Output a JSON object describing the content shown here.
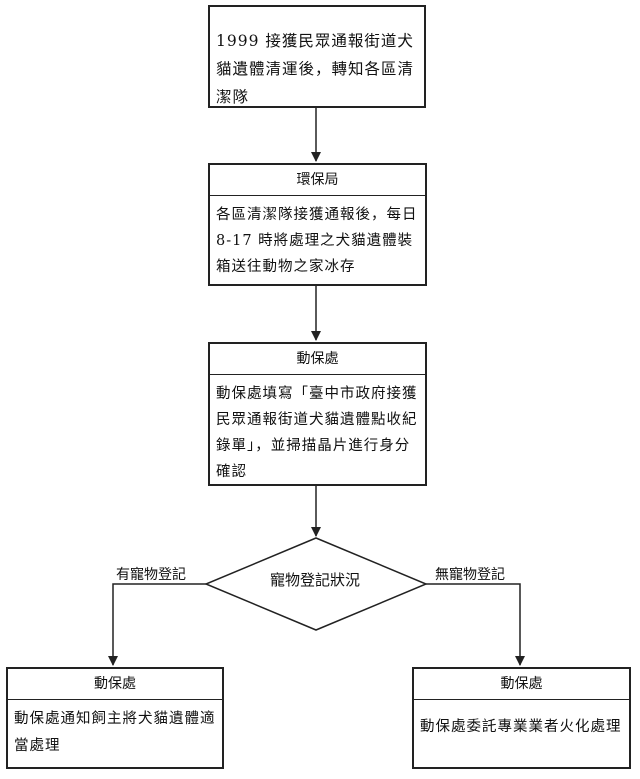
{
  "nodes": {
    "report": {
      "body": "1999 接獲民眾通報街道犬貓遺體清運後，轉知各區清潔隊"
    },
    "epb": {
      "header": "環保局",
      "body": "各區清潔隊接獲通報後，每日 8-17 時將處理之犬貓遺體裝箱送往動物之家冰存"
    },
    "apo1": {
      "header": "動保處",
      "body": "動保處填寫「臺中市政府接獲民眾通報街道犬貓遺體點收紀錄單」，並掃描晶片進行身分確認"
    },
    "decision": {
      "label": "寵物登記狀況"
    },
    "apo_left": {
      "header": "動保處",
      "body": "動保處通知飼主將犬貓遺體適當處理"
    },
    "apo_right": {
      "header": "動保處",
      "body": "動保處委託專業業者火化處理"
    }
  },
  "edges": {
    "registered": "有寵物登記",
    "unregistered": "無寵物登記"
  }
}
